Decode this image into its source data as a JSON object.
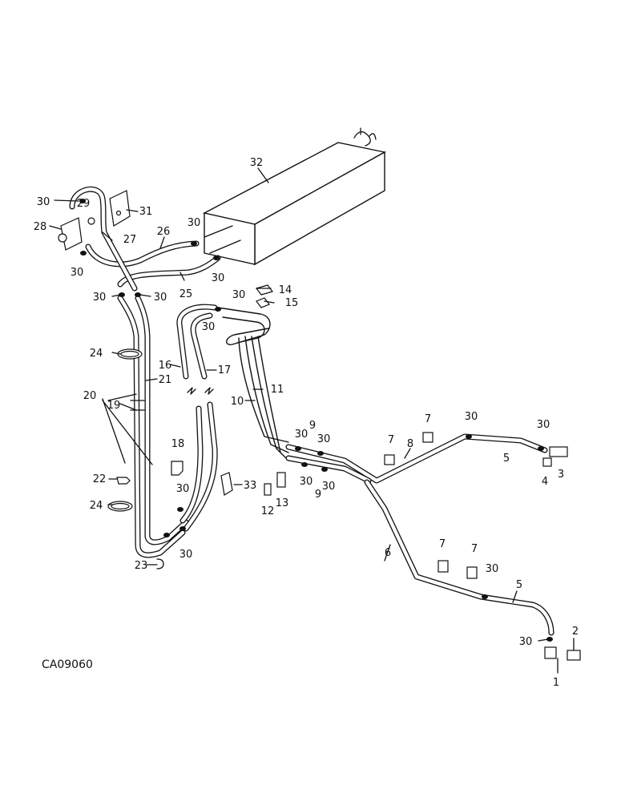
{
  "diagram": {
    "drawing_code": "CA09060",
    "callouts": {
      "c1": "1",
      "c2": "2",
      "c3": "3",
      "c4": "4",
      "c5a": "5",
      "c5b": "5",
      "c6": "6",
      "c7a": "7",
      "c7b": "7",
      "c7c": "7",
      "c7d": "7",
      "c8": "8",
      "c9a": "9",
      "c9b": "9",
      "c10": "10",
      "c11": "11",
      "c12": "12",
      "c13": "13",
      "c14": "14",
      "c15": "15",
      "c16": "16",
      "c17": "17",
      "c18": "18",
      "c19": "19",
      "c20": "20",
      "c21": "21",
      "c22": "22",
      "c23": "23",
      "c24a": "24",
      "c24b": "24",
      "c25": "25",
      "c26": "26",
      "c27": "27",
      "c28": "28",
      "c29": "29",
      "c30a": "30",
      "c30b": "30",
      "c30c": "30",
      "c30d": "30",
      "c30e": "30",
      "c30f": "30",
      "c30g": "30",
      "c30h": "30",
      "c30i": "30",
      "c30j": "30",
      "c30k": "30",
      "c30l": "30",
      "c30m": "30",
      "c30n": "30",
      "c30o": "30",
      "c30p": "30",
      "c30q": "30",
      "c30r": "30",
      "c31": "31",
      "c32": "32",
      "c33": "33"
    }
  }
}
